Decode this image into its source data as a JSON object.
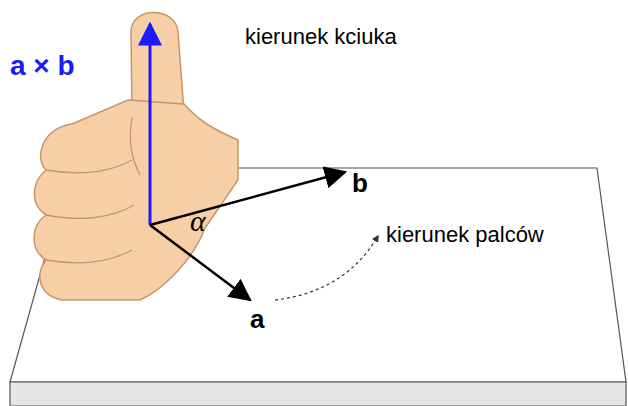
{
  "diagram": {
    "labels": [
      "kierunek kciuka",
      "a × b",
      "b",
      "α",
      "kierunek palców",
      "a"
    ]
  }
}
